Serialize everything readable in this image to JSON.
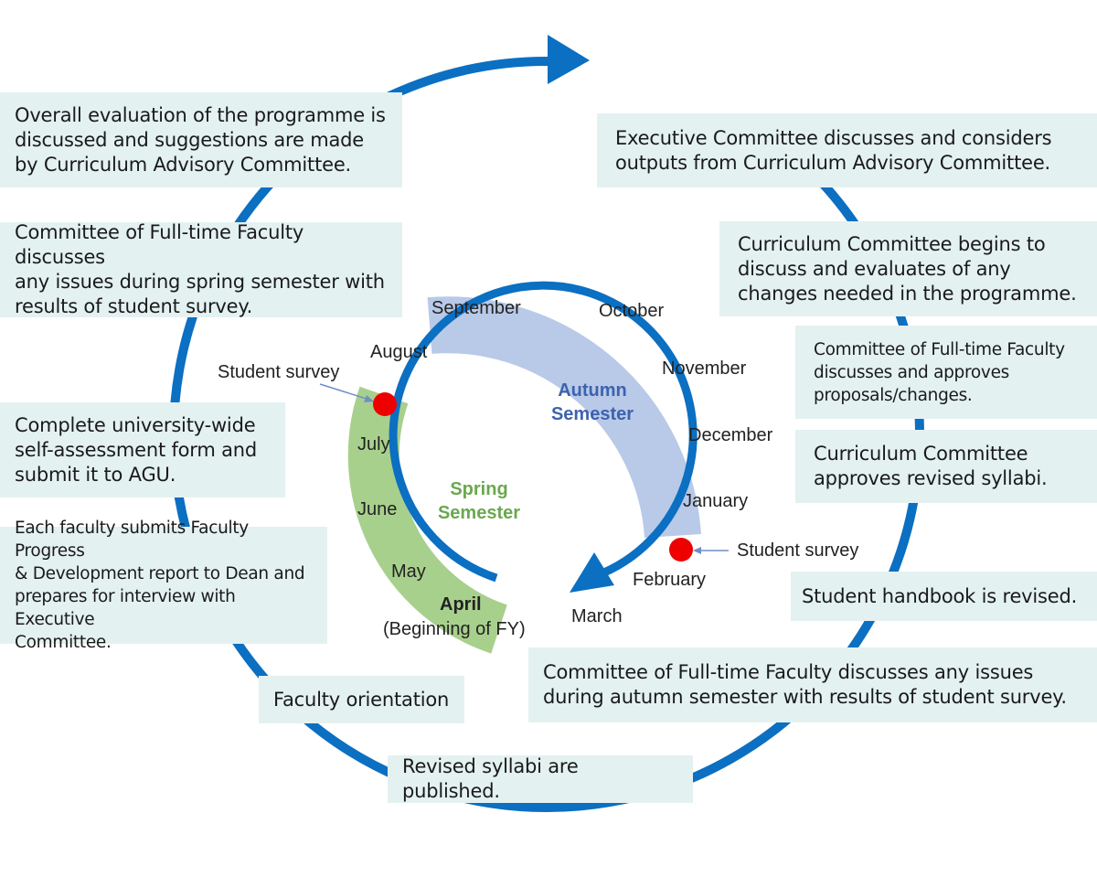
{
  "colors": {
    "cycle_arrow": "#0b6fc2",
    "box_fill": "#e4f1f1",
    "autumn_band": "#b9c9e8",
    "spring_band": "#a8d08d",
    "autumn_text": "#3d63ad",
    "spring_text": "#6aa84f",
    "survey_dot": "#ee0000"
  },
  "boxes": {
    "overall_evaluation": "Overall evaluation of the programme is\ndiscussed and suggestions are made\nby Curriculum Advisory Committee.",
    "fulltime_spring": "Committee of Full-time Faculty discusses\nany issues during spring semester with\nresults of student survey.",
    "self_assessment": "Complete university-wide\nself-assessment form and\nsubmit it to AGU.",
    "progress_report": "Each faculty submits Faculty Progress\n& Development report to Dean and\nprepares for interview with Executive\nCommittee.",
    "faculty_orientation": "Faculty orientation",
    "syllabi_published": "Revised syllabi are published.",
    "executive_committee": "Executive Committee discusses and considers\noutputs from Curriculum Advisory Committee.",
    "curriculum_begins": "Curriculum Committee begins to\ndiscuss and evaluates of any\nchanges needed in the programme.",
    "fulltime_approves": "Committee of Full-time Faculty\ndiscusses and approves\nproposals/changes.",
    "curriculum_approves": "Curriculum Committee\napproves revised syllabi.",
    "handbook_revised": "Student handbook is revised.",
    "fulltime_autumn": "Committee of Full-time Faculty discusses any issues\nduring autumn semester with results of student survey."
  },
  "months": {
    "september": "September",
    "october": "October",
    "november": "November",
    "december": "December",
    "january": "January",
    "february": "February",
    "march": "March",
    "april": "April",
    "april_note": "(Beginning of FY)",
    "may": "May",
    "june": "June",
    "july": "July",
    "august": "August"
  },
  "semesters": {
    "autumn": "Autumn\nSemester",
    "spring": "Spring\nSemester"
  },
  "surveys": {
    "summer": "Student survey",
    "winter": "Student survey"
  }
}
